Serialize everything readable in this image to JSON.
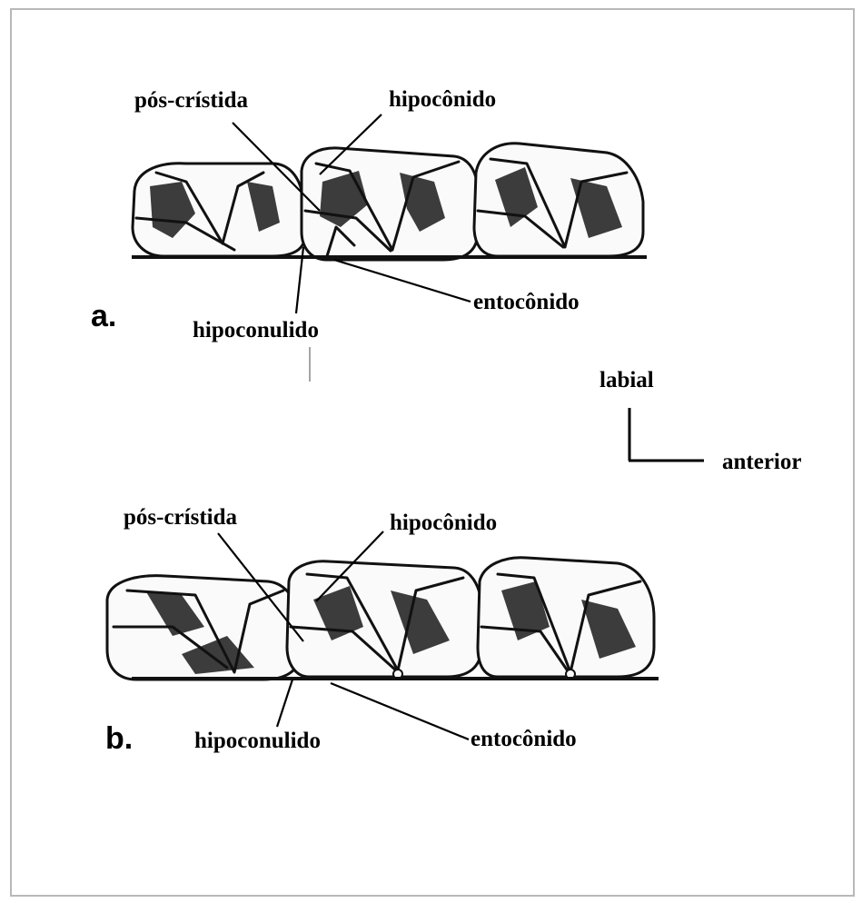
{
  "panels": {
    "a": "a.",
    "b": "b."
  },
  "labels_a": {
    "pos_cristida": "pós-crístida",
    "hipoconido": "hipocônido",
    "entoconido": "entocônido",
    "hipoconulido": "hipoconulido"
  },
  "labels_b": {
    "pos_cristida": "pós-crístida",
    "hipoconido": "hipocônido",
    "entoconido": "entocônido",
    "hipoconulido": "hipoconulido"
  },
  "orientation": {
    "labial": "labial",
    "anterior": "anterior"
  },
  "colors": {
    "ink": "#000000",
    "shading": "#3c3c3c",
    "background": "#ffffff"
  }
}
